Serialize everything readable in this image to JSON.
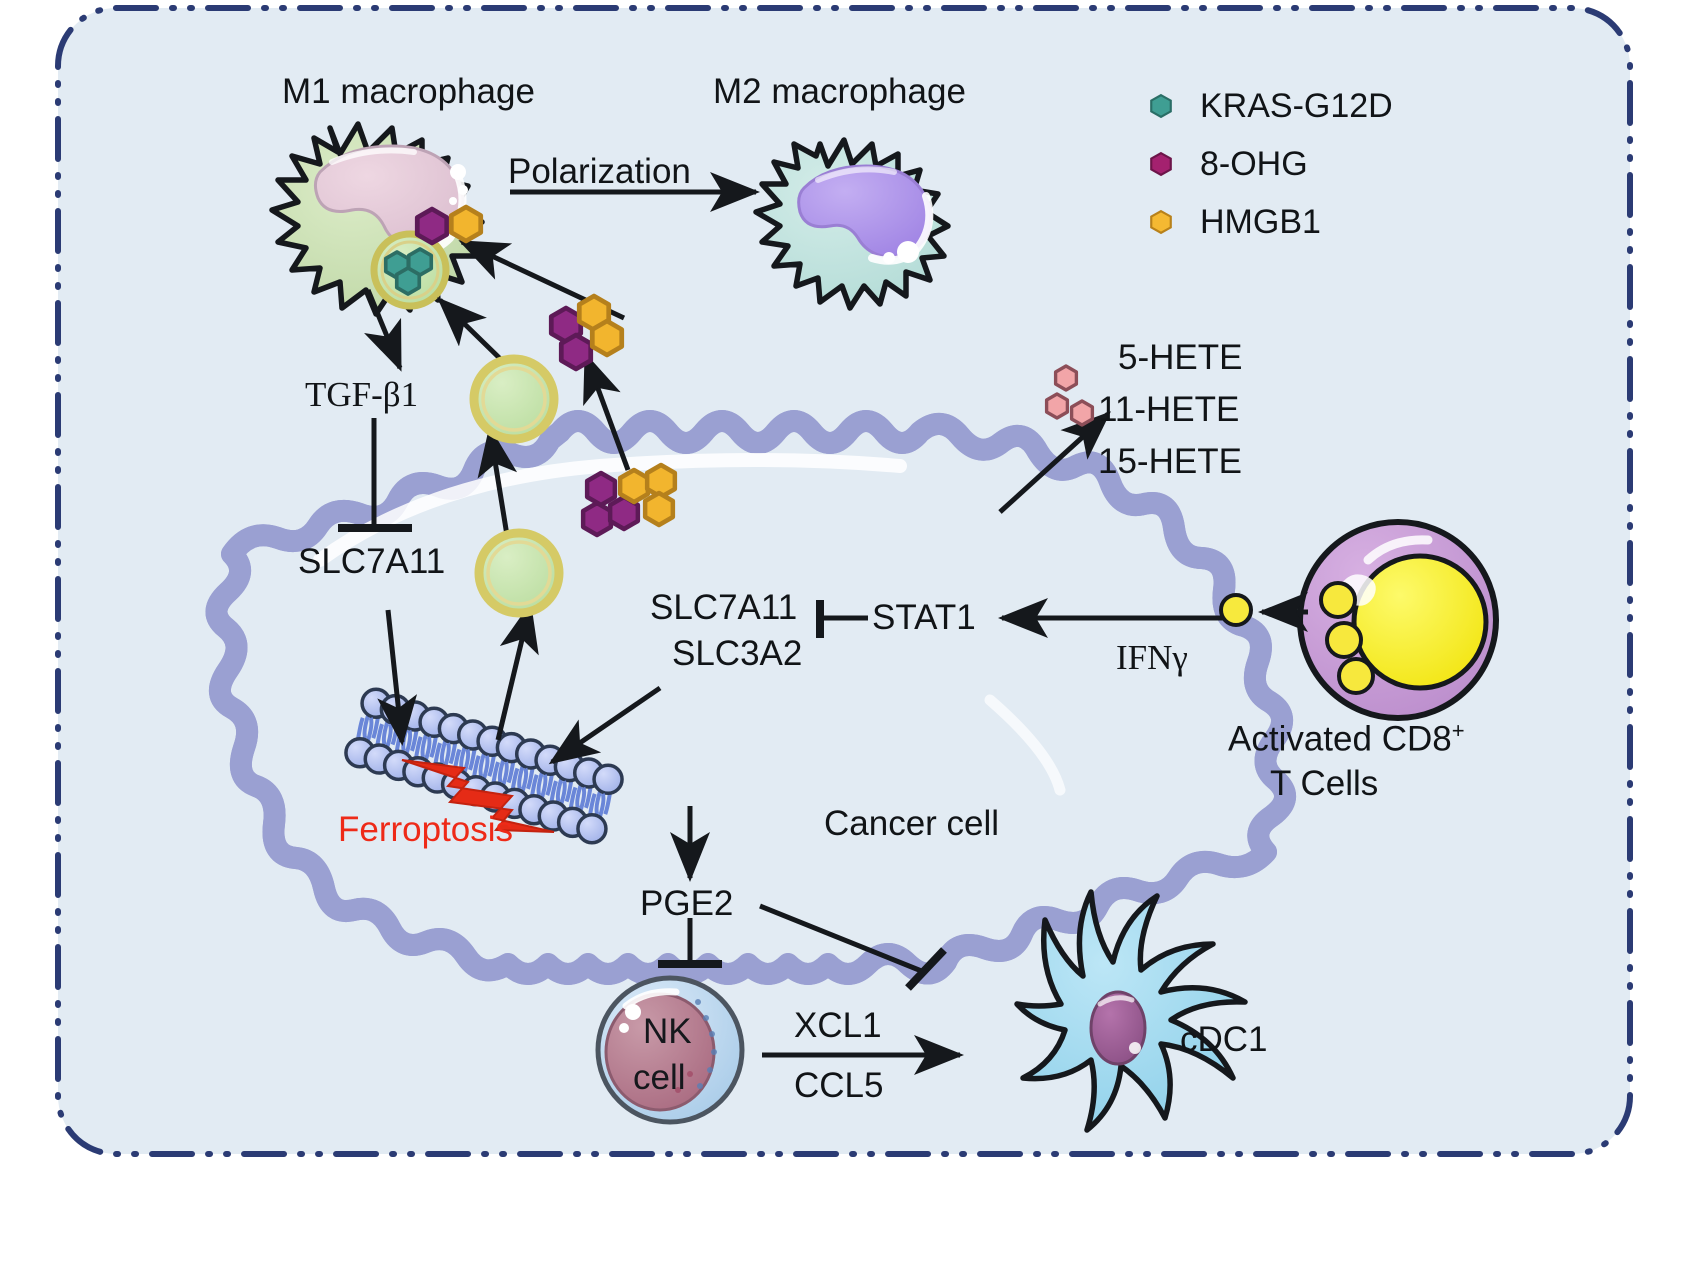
{
  "figure": {
    "domain": "biological-signaling-diagram",
    "background_color": "#e2ebf3",
    "border_color": "#2b3b74",
    "border_style": "dash-dot rounded rectangle"
  },
  "legend": {
    "items": [
      {
        "label": "KRAS-G12D",
        "color": "#3f9e93",
        "icon": "hexagon-icon"
      },
      {
        "label": "8-OHG",
        "color": "#a4216f",
        "icon": "hexagon-icon"
      },
      {
        "label": "HMGB1",
        "color": "#f5b932",
        "icon": "hexagon-icon"
      }
    ]
  },
  "cells": {
    "m1_macrophage": {
      "label": "M1 macrophage",
      "body_color": "#c7ddb0",
      "nucleus_color": "#e2c9d6"
    },
    "m2_macrophage": {
      "label": "M2 macrophage",
      "body_color": "#bfe1dd",
      "nucleus_color": "#b197e8"
    },
    "cancer_cell": {
      "label": "Cancer cell",
      "cytoplasm_color": "#f9f3a8",
      "membrane_color": "#9aa0d2"
    },
    "cd8_t_cell": {
      "label_line1": "Activated CD8",
      "label_sup": "+",
      "label_line2": "T Cells",
      "body_color": "#c79cd4",
      "nucleus_color": "#f7ef23"
    },
    "nk_cell": {
      "label_line1": "NK",
      "label_line2": "cell",
      "cytoplasm_color": "#bcd8ee",
      "nucleus_color": "#b8788e"
    },
    "cdc1": {
      "label": "cDC1",
      "body_color": "#9fd8ef",
      "nucleus_color": "#9b5f93"
    }
  },
  "labels": {
    "polarization": "Polarization",
    "tgf_beta1": "TGF-β1",
    "slc7a11_left": "SLC7A11",
    "slc7a11_mid": "SLC7A11",
    "slc3a2": "SLC3A2",
    "stat1": "STAT1",
    "ifn_gamma": "IFNγ",
    "ferroptosis": "Ferroptosis",
    "pge2": "PGE2",
    "xcl1": "XCL1",
    "ccl5": "CCL5",
    "hete5": "5-HETE",
    "hete11": "11-HETE",
    "hete15": "15-HETE"
  },
  "particles": {
    "hete_color": "#f2a5a8",
    "kras_color": "#3f9e93",
    "ohg_color": "#8f2a84",
    "hmgb1_color": "#f2b52e",
    "ifn_color": "#f7e93d",
    "ferroptosis_bolt_color": "#e52b16",
    "lipid_head_color": "#aebdef"
  }
}
